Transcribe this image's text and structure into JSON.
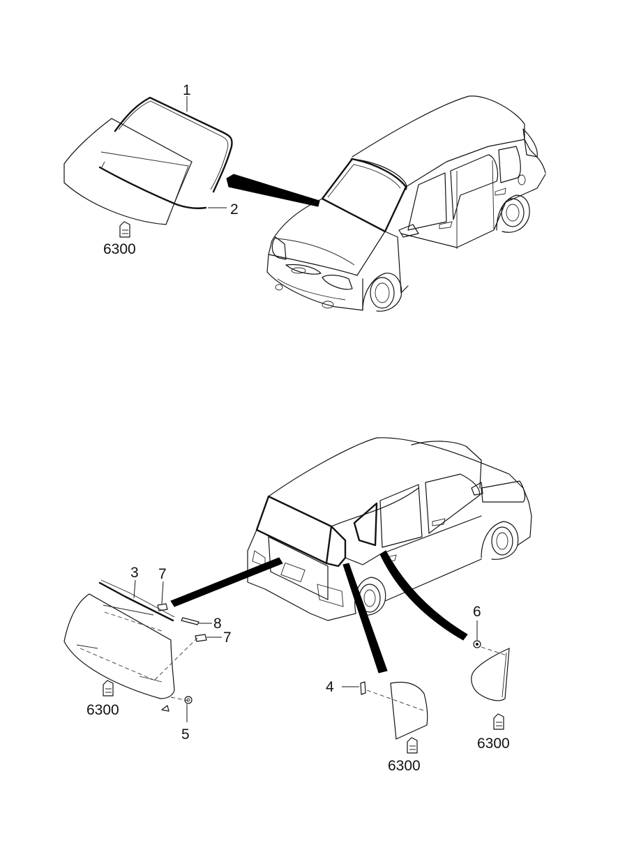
{
  "callouts": {
    "c1": "1",
    "c2": "2",
    "c3": "3",
    "c4": "4",
    "c5": "5",
    "c6": "6",
    "c7a": "7",
    "c7b": "7",
    "c8": "8"
  },
  "glass_refs": {
    "windshield": "6300",
    "tailgate": "6300",
    "rear_quarter": "6300",
    "side_quarter": "6300"
  }
}
